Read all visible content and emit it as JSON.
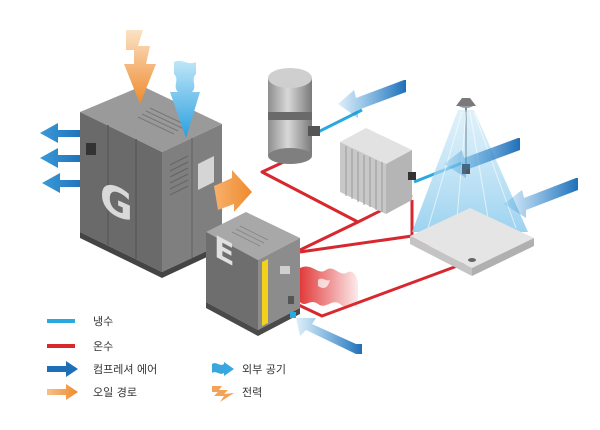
{
  "diagram": {
    "compressor_letter": "G",
    "recovery_letter": "E"
  },
  "legend": {
    "items": [
      {
        "label": "냉수",
        "kind": "line",
        "color": "#2aa9e0"
      },
      {
        "label": "온수",
        "kind": "line",
        "color": "#d7282f"
      },
      {
        "label": "컴프레셔 에어",
        "kind": "arrow",
        "color": "#1f6fb8"
      },
      {
        "label": "오일 경로",
        "kind": "arrow",
        "color": "#ef8a2d"
      },
      {
        "label": "외부 공기",
        "kind": "wavy-arrow",
        "color": "#3aa6df"
      },
      {
        "label": "전력",
        "kind": "lightning-arrow",
        "color": "#f4a257"
      }
    ]
  }
}
